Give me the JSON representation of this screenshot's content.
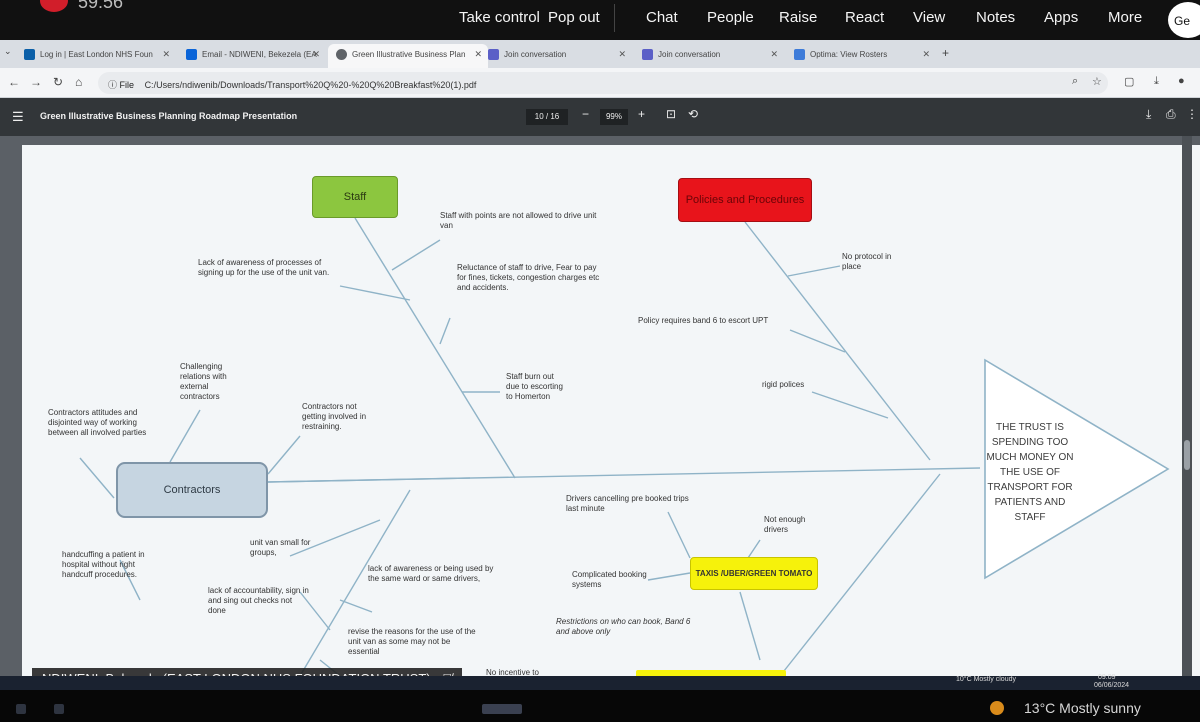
{
  "teams": {
    "clock": "59:56",
    "actions": [
      "Take control",
      "Pop out",
      "Chat",
      "People",
      "Raise",
      "React",
      "View",
      "Notes",
      "Apps",
      "More"
    ],
    "avatar_text": "Ge"
  },
  "browser": {
    "tabs": [
      {
        "label": "Log in | East London NHS Foun",
        "icon_color": "#0b5fa8"
      },
      {
        "label": "Email - NDIWENI, Bekezela (EA",
        "icon_color": "#0a64d8"
      },
      {
        "label": "Green Illustrative Business Plan",
        "icon_color": "#5f6368"
      },
      {
        "label": "Join conversation",
        "icon_color": "#5b5fc7"
      },
      {
        "label": "Join conversation",
        "icon_color": "#5b5fc7"
      },
      {
        "label": "Optima: View Rosters",
        "icon_color": "#3d7bd9"
      }
    ],
    "url_scheme_label": "File",
    "url": "C:/Users/ndiwenib/Downloads/Transport%20Q%20-%20Q%20Breakfast%20(1).pdf"
  },
  "pdf": {
    "title": "Green Illustrative Business Planning Roadmap Presentation",
    "page_current": "10",
    "page_total": "/ 16",
    "zoom": "99%"
  },
  "diagram": {
    "head": "THE TRUST IS SPENDING TOO MUCH MONEY ON THE USE OF TRANSPORT FOR PATIENTS AND STAFF",
    "categories": {
      "staff": "Staff",
      "policies": "Policies and Procedures",
      "contractors": "Contractors",
      "taxis": "TAXIS /UBER/GREEN TOMATO"
    },
    "causes": {
      "staff_points": "Staff with points are not allowed to drive unit van",
      "staff_awareness": "Lack of awareness of processes of signing up for the use of the unit van.",
      "staff_reluctance": "Reluctance of staff to drive, Fear to pay for fines, tickets, congestion charges etc and accidents.",
      "staff_burnout": "Staff burn out due to escorting to Homerton",
      "no_protocol": "No protocol in place",
      "band6_escort": "Policy requires band 6 to escort UPT",
      "rigid_policies": "rigid polices",
      "challenging_relations": "Challenging relations with external contractors",
      "contractor_attitudes": "Contractors attitudes and disjointed way of working between all involved parties",
      "contractors_restraining": "Contractors not getting involved in restraining.",
      "drivers_cancelling": "Drivers cancelling pre booked trips last minute",
      "not_enough_drivers": "Not enough drivers",
      "complicated_booking": "Complicated booking systems",
      "restrictions_booking": "Restrictions on who can book, Band 6 and above only",
      "handcuffing": "handcuffing a patient in hospital without right handcuff procedures.",
      "unit_van_small": "unit van small for groups,",
      "accountability": "lack of accountability, sign in and sing out checks not done",
      "awareness_ward": "lack of awareness or being used by the same ward or same drivers,",
      "revise_reasons": "revise the reasons for the use of the unit van as some may not be essential",
      "no_incentive": "No incentive to"
    }
  },
  "caption": "NDIWENI, Bekezela (EAST LONDON NHS FOUNDATION TRUST)",
  "tray": {
    "weather_small": "10°C  Mostly cloudy",
    "time": "09:09",
    "date": "06/06/2024"
  },
  "desktop_weather": "13°C  Mostly sunny",
  "colors": {
    "staff_box": "#8cc63f",
    "policies_box": "#e8141b",
    "taxis_box": "#f6f20b",
    "bone_line": "#8fb3c7"
  }
}
